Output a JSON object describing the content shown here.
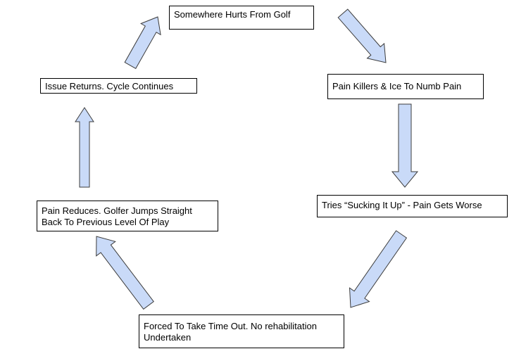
{
  "diagram": {
    "nodes": [
      {
        "id": "hurts",
        "text": "Somewhere Hurts From Golf"
      },
      {
        "id": "painkillers",
        "text": "Pain Killers & Ice To Numb Pain"
      },
      {
        "id": "sucking",
        "text": "Tries “Sucking It Up” - Pain Gets Worse"
      },
      {
        "id": "forced",
        "text": "Forced To Take Time Out. No rehabilitation\nUndertaken"
      },
      {
        "id": "reduces",
        "text": "Pain Reduces. Golfer Jumps Straight\nBack To Previous Level Of Play"
      },
      {
        "id": "returns",
        "text": "Issue Returns. Cycle Continues"
      }
    ],
    "edges": [
      {
        "from": "hurts",
        "to": "painkillers"
      },
      {
        "from": "painkillers",
        "to": "sucking"
      },
      {
        "from": "sucking",
        "to": "forced"
      },
      {
        "from": "forced",
        "to": "reduces"
      },
      {
        "from": "reduces",
        "to": "returns"
      },
      {
        "from": "returns",
        "to": "hurts"
      }
    ],
    "colors": {
      "arrow_fill": "#c9daf8",
      "arrow_stroke": "#3c3c3c",
      "box_border": "#000000"
    }
  }
}
